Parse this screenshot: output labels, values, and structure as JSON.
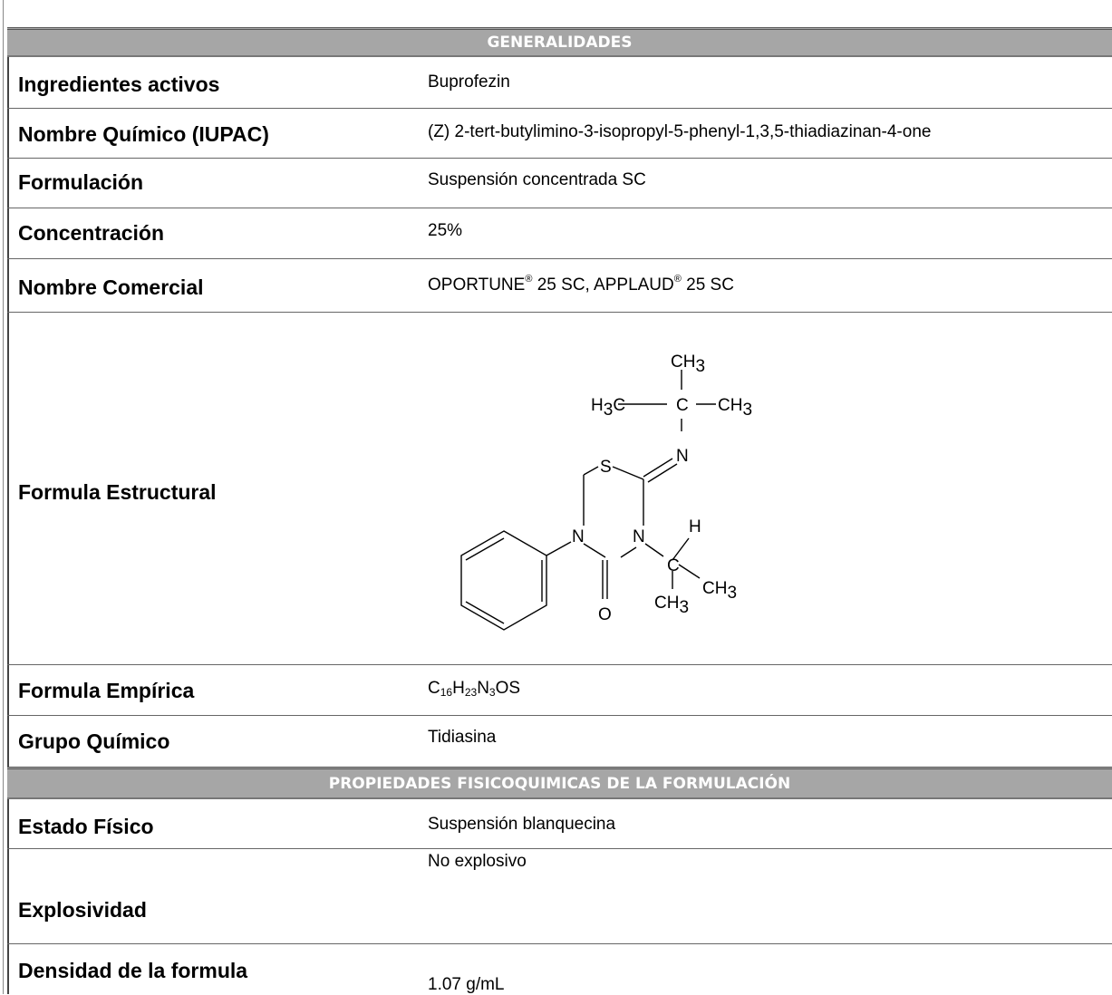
{
  "sections": {
    "generalidades": "GENERALIDADES",
    "propiedades": "PROPIEDADES FISICOQUIMICAS DE LA FORMULACIÓN"
  },
  "rows": {
    "ingredientes": {
      "label": "Ingredientes activos",
      "value": "Buprofezin"
    },
    "iupac": {
      "label": "Nombre Químico (IUPAC)",
      "value": "(Z) 2-tert-butylimino-3-isopropyl-5-phenyl-1,3,5-thiadiazinan-4-one"
    },
    "formulacion": {
      "label": "Formulación",
      "value": "Suspensión concentrada SC"
    },
    "concentracion": {
      "label": "Concentración",
      "value": "25%"
    },
    "comercial": {
      "label": "Nombre Comercial",
      "value_a": "OPORTUNE",
      "reg_mark": "®",
      "value_b": " 25 SC, APPLAUD",
      "value_c": " 25 SC"
    },
    "estructural": {
      "label": "Formula Estructural"
    },
    "empirica": {
      "label": "Formula Empírica",
      "parts": [
        "C",
        "16",
        "H",
        "23",
        "N",
        "3",
        "OS"
      ]
    },
    "grupo": {
      "label": "Grupo Químico",
      "value": "Tidiasina"
    },
    "estado": {
      "label": "Estado Físico",
      "value": "Suspensión blanquecina"
    },
    "explosividad": {
      "label": "Explosividad",
      "value": "No explosivo"
    },
    "densidad": {
      "label": "Densidad de la formula",
      "value": "1.07 g/mL"
    }
  },
  "structure": {
    "atoms": {
      "C": "C",
      "H": "H",
      "S": "S",
      "N": "N",
      "O": "O",
      "CH": "CH",
      "H3C": "H",
      "sub3": "3"
    }
  }
}
